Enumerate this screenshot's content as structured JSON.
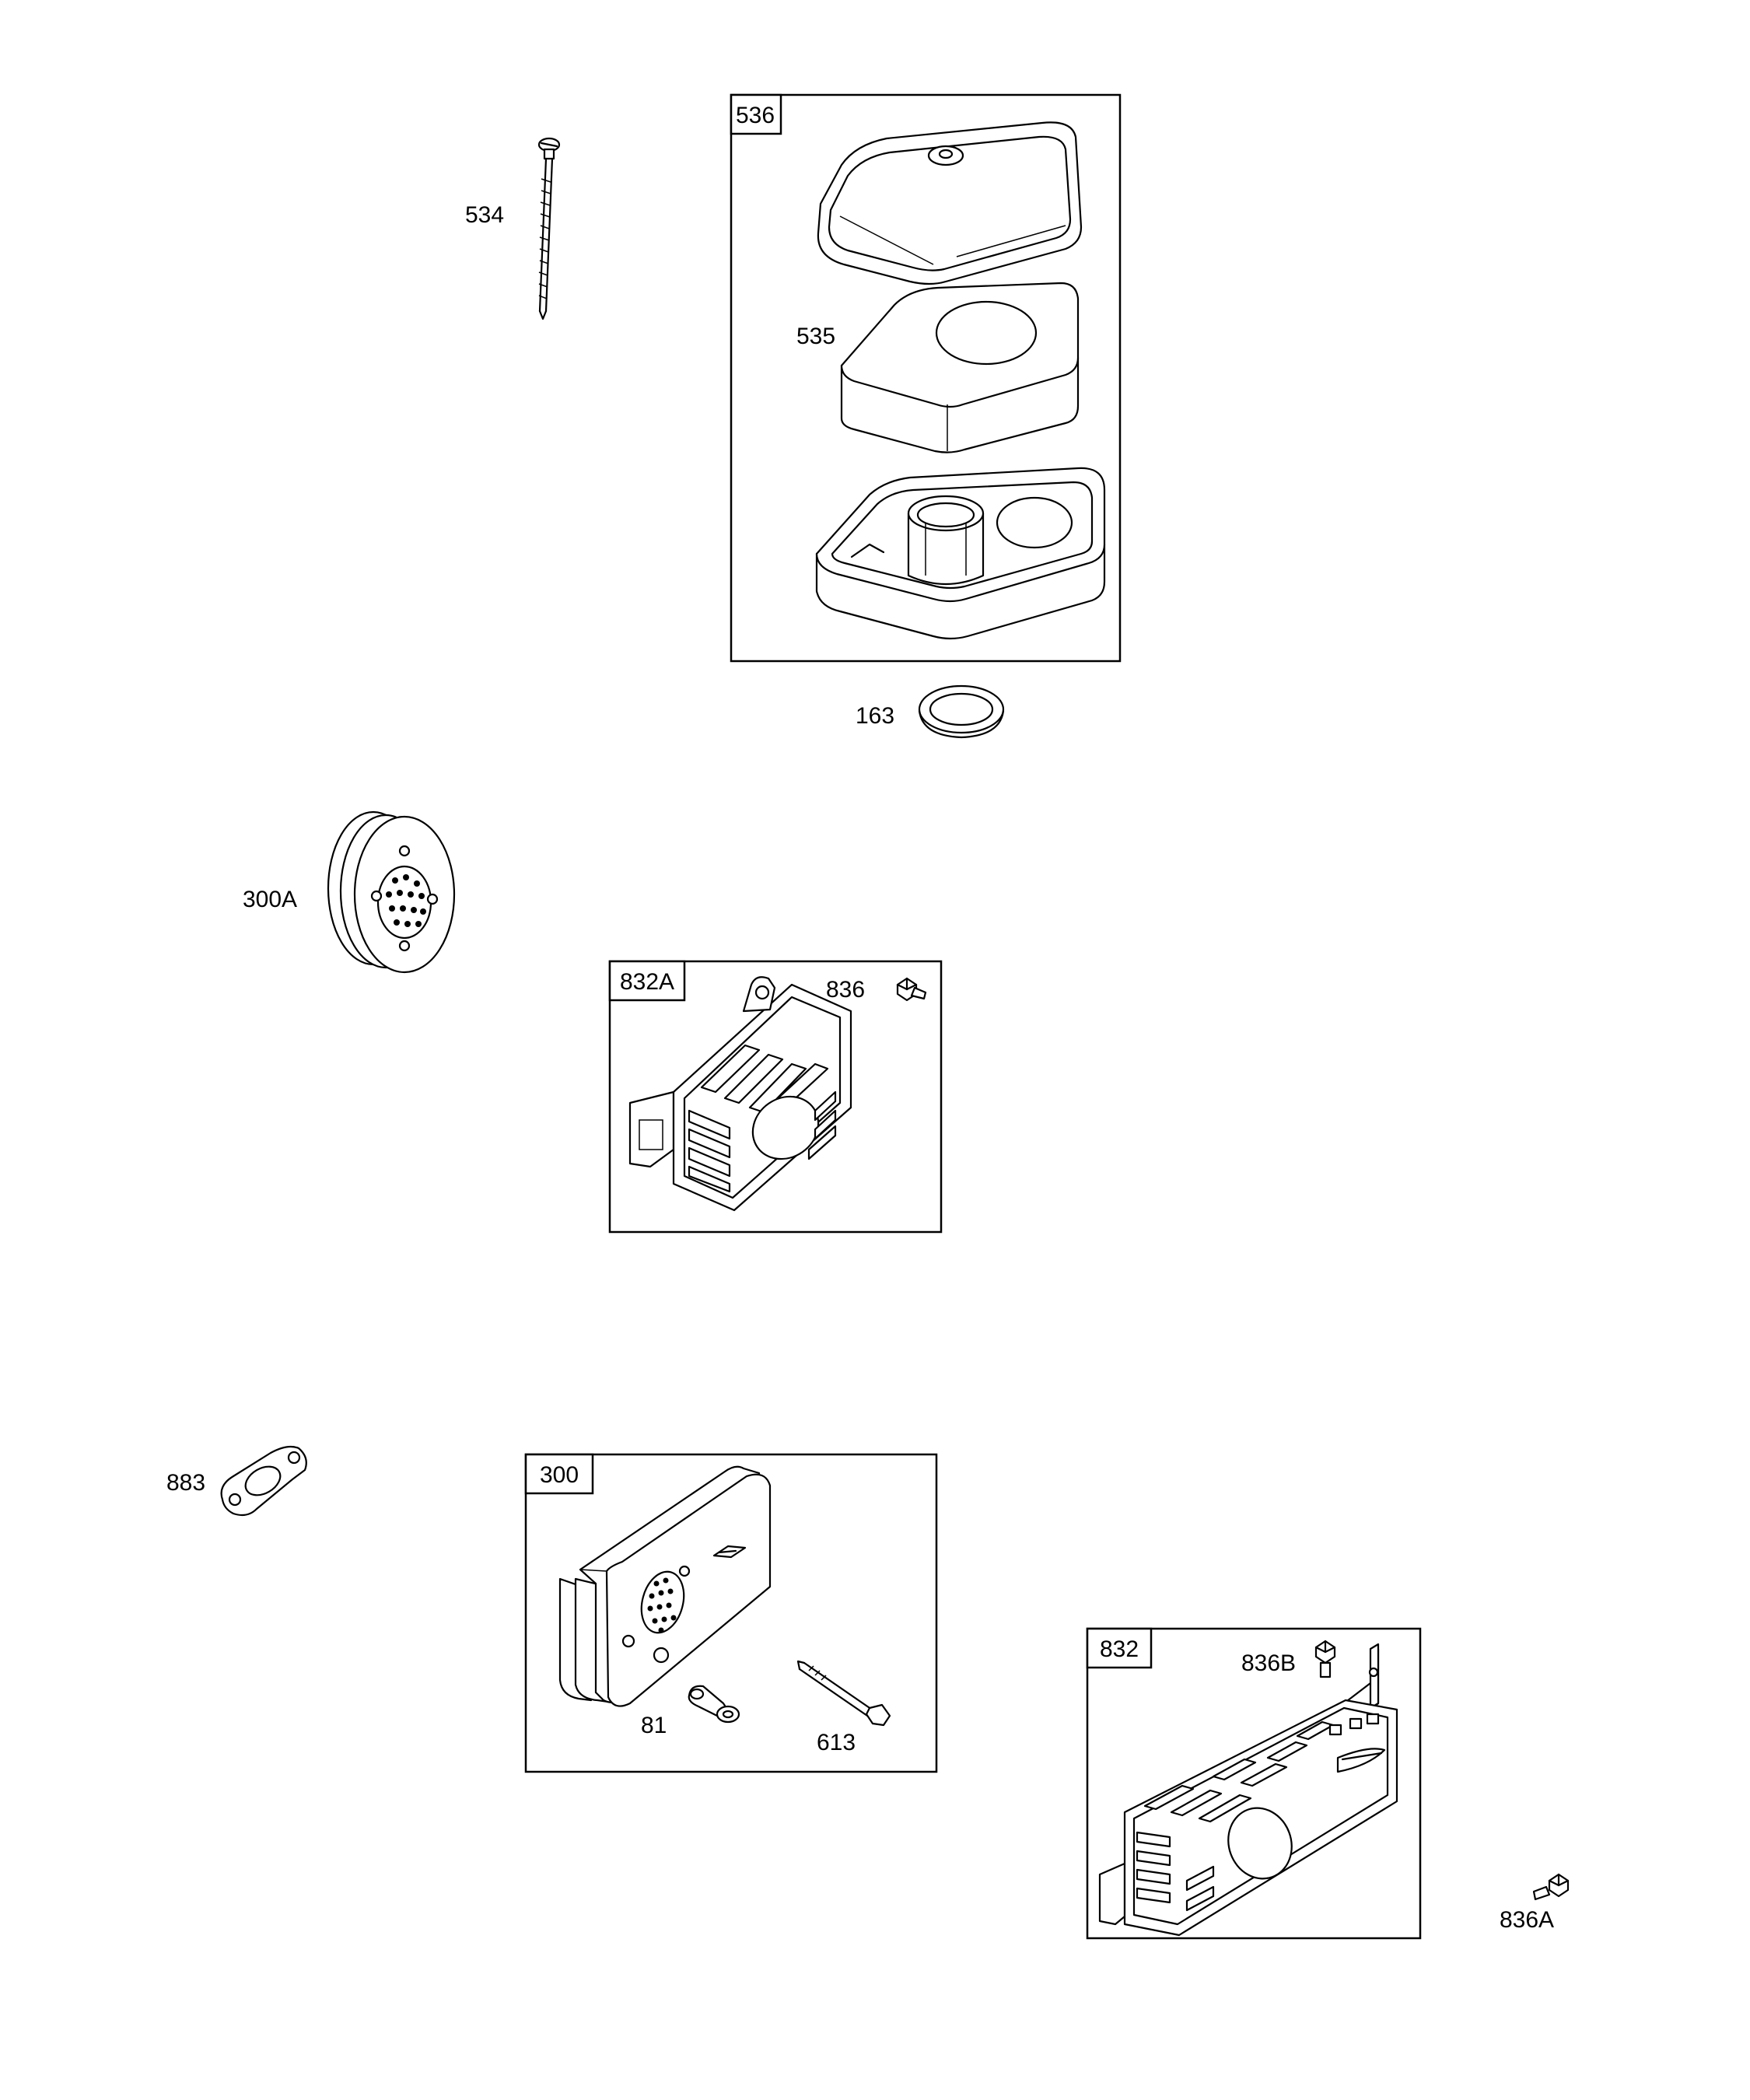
{
  "parts": {
    "p534": "534",
    "p536": "536",
    "p535": "535",
    "p163": "163",
    "p300A": "300A",
    "p832A": "832A",
    "p836": "836",
    "p883": "883",
    "p300": "300",
    "p81": "81",
    "p613": "613",
    "p832": "832",
    "p836B": "836B",
    "p836A": "836A"
  },
  "icons": {
    "bolt": "long-bolt-icon",
    "cover": "air-cleaner-cover-icon",
    "filter": "air-filter-icon",
    "base": "air-cleaner-base-icon",
    "gasket": "gasket-ring-icon",
    "muffler": "muffler-icon",
    "guard": "muffler-guard-icon",
    "screw": "screw-icon"
  }
}
